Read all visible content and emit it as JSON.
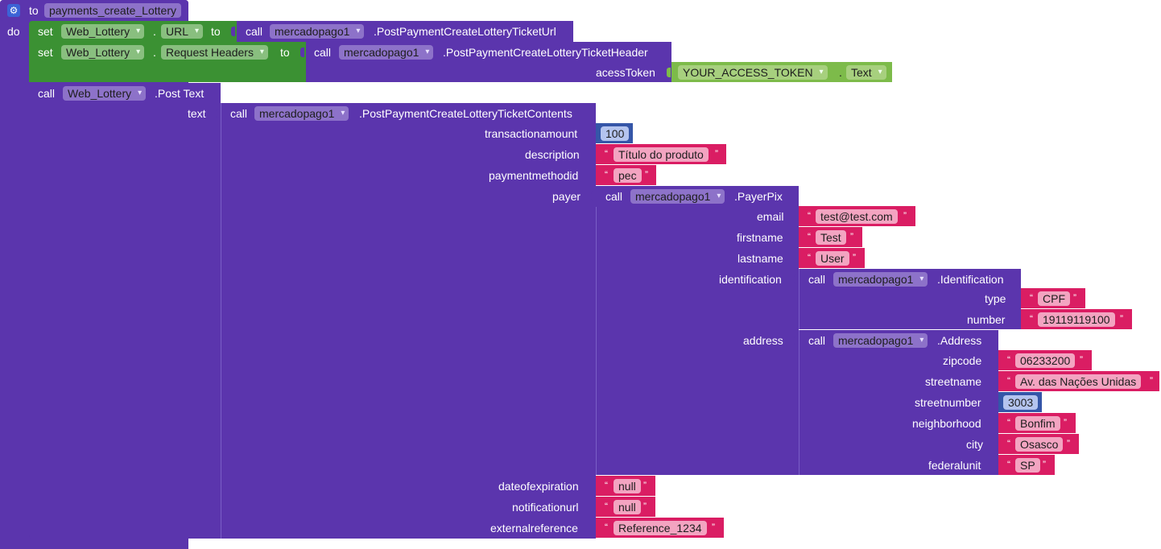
{
  "procedure": {
    "kw_to": "to",
    "name": "payments_create_Lottery",
    "kw_do": "do"
  },
  "blocks": {
    "set_url": {
      "kw_set": "set",
      "component": "Web_Lottery",
      "property": "URL",
      "kw_to": "to",
      "kw_call": "call",
      "target": "mercadopago1",
      "method": ".PostPaymentCreateLotteryTicketUrl"
    },
    "set_headers": {
      "kw_set": "set",
      "component": "Web_Lottery",
      "property": "Request Headers",
      "kw_to": "to",
      "kw_call": "call",
      "target": "mercadopago1",
      "method": ".PostPaymentCreateLotteryTicketHeader",
      "param_label": "acessToken",
      "token_component": "YOUR_ACCESS_TOKEN",
      "token_property": "Text"
    },
    "post_text": {
      "kw_call": "call",
      "component": "Web_Lottery",
      "method": ".Post Text",
      "param_label": "text"
    },
    "contents": {
      "kw_call": "call",
      "target": "mercadopago1",
      "method": ".PostPaymentCreateLotteryTicketContents",
      "transactionamount_label": "transactionamount",
      "transactionamount": "100",
      "description_label": "description",
      "description": "Título do produto",
      "paymentmethodid_label": "paymentmethodid",
      "paymentmethodid": "pec",
      "payer_label": "payer",
      "dateofexpiration_label": "dateofexpiration",
      "dateofexpiration": "null",
      "notificationurl_label": "notificationurl",
      "notificationurl": "null",
      "externalreference_label": "externalreference",
      "externalreference": "Reference_1234"
    },
    "payer": {
      "kw_call": "call",
      "target": "mercadopago1",
      "method": ".PayerPix",
      "email_label": "email",
      "email": "test@test.com",
      "firstname_label": "firstname",
      "firstname": "Test",
      "lastname_label": "lastname",
      "lastname": "User",
      "identification_label": "identification",
      "address_label": "address"
    },
    "identification": {
      "kw_call": "call",
      "target": "mercadopago1",
      "method": ".Identification",
      "type_label": "type",
      "type": "CPF",
      "number_label": "number",
      "number": "19119119100"
    },
    "address": {
      "kw_call": "call",
      "target": "mercadopago1",
      "method": ".Address",
      "zipcode_label": "zipcode",
      "zipcode": "06233200",
      "streetname_label": "streetname",
      "streetname": "Av. das Nações Unidas",
      "streetnumber_label": "streetnumber",
      "streetnumber": "3003",
      "neighborhood_label": "neighborhood",
      "neighborhood": "Bonfim",
      "city_label": "city",
      "city": "Osasco",
      "federalunit_label": "federalunit",
      "federalunit": "SP"
    }
  },
  "glyphs": {
    "open_quote": "“",
    "close_quote": "”",
    "dot": "."
  },
  "colors": {
    "procedure": "#5b35ad",
    "setter": "#3b9133",
    "text_getter": "#7dbb4a",
    "string": "#da1d63",
    "number": "#3556a8"
  }
}
